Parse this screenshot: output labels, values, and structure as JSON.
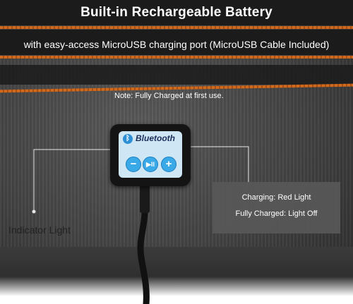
{
  "headline": "Built-in Rechargeable Battery",
  "subline": "with easy-access MicroUSB charging port (MicroUSB Cable Included)",
  "note": "Note: Fully Charged at first use.",
  "module": {
    "brand_text": "Bluetooth",
    "buttons": [
      "−",
      "▶II",
      "+"
    ]
  },
  "callout": {
    "charging": "Charging: Red Light",
    "fully_charged": "Fully Charged: Light Off"
  },
  "indicator_label": "Indicator Light",
  "colors": {
    "stripe_orange": "#d26a1e",
    "knit_gray": "#474747",
    "button_blue": "#3aa9e8"
  }
}
